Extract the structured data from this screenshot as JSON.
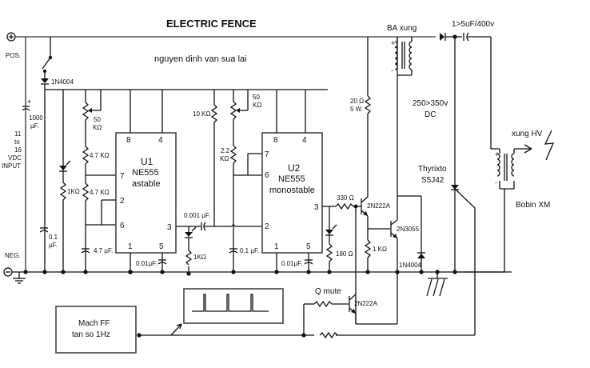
{
  "title": "ELECTRIC FENCE",
  "subtitle": "nguyen dinh van sua lai",
  "power": {
    "pos_label": "POS.",
    "neg_label": "NEG.",
    "input_label": [
      "11",
      "to",
      "16",
      "VDC",
      "INPUT"
    ],
    "cap_main": [
      "1000",
      "µF."
    ],
    "cap_small": [
      "0.1",
      "µF."
    ],
    "diode": "1N4004"
  },
  "u1": {
    "name": "U1",
    "chip": "NE555",
    "mode": "astable",
    "pins": {
      "p8": "8",
      "p4": "4",
      "p7": "7",
      "p2": "2",
      "p6": "6",
      "p3": "3",
      "p1": "1",
      "p5": "5"
    },
    "pot": [
      "50",
      "KΩ"
    ],
    "r1": "4.7 KΩ",
    "r2": "4.7 KΩ",
    "cap": "4.7 µF.",
    "cap5": "0.01µF.",
    "led_r": "1KΩ"
  },
  "u2": {
    "name": "U2",
    "chip": "NE555",
    "mode": "monostable",
    "pins": {
      "p8": "8",
      "p4": "4",
      "p7": "7",
      "p6": "6",
      "p2": "2",
      "p3": "3",
      "p1": "1",
      "p5": "5"
    },
    "r_pull": "10 KΩ",
    "pot": [
      "50",
      "KΩ"
    ],
    "r_t": [
      "2.2",
      "KΩ"
    ],
    "cap_t": "0.1 µF.",
    "cap5": "0.01µF.",
    "couple_cap": "0.001 µF.",
    "led_r1": "1KΩ",
    "led_r2": "180 Ω"
  },
  "driver": {
    "r_base": "330 Ω",
    "q1": "2N222A",
    "q2": "2N3055",
    "r_e": "1 KΩ",
    "r_col": [
      "20 Ω",
      "5 W."
    ],
    "diode": "1N4004"
  },
  "output": {
    "transformer": "BA xung",
    "cap": "1>5uF/400v",
    "voltage": [
      "250>350v",
      "DC"
    ],
    "scr": [
      "Thyrixto",
      "S5J42"
    ],
    "hv_label": "xung HV",
    "coil": "Bobin XM"
  },
  "mute": {
    "label": "Q mute",
    "transistor": "2N222A",
    "ff_block": [
      "Mach FF",
      "tan so 1Hz"
    ]
  }
}
